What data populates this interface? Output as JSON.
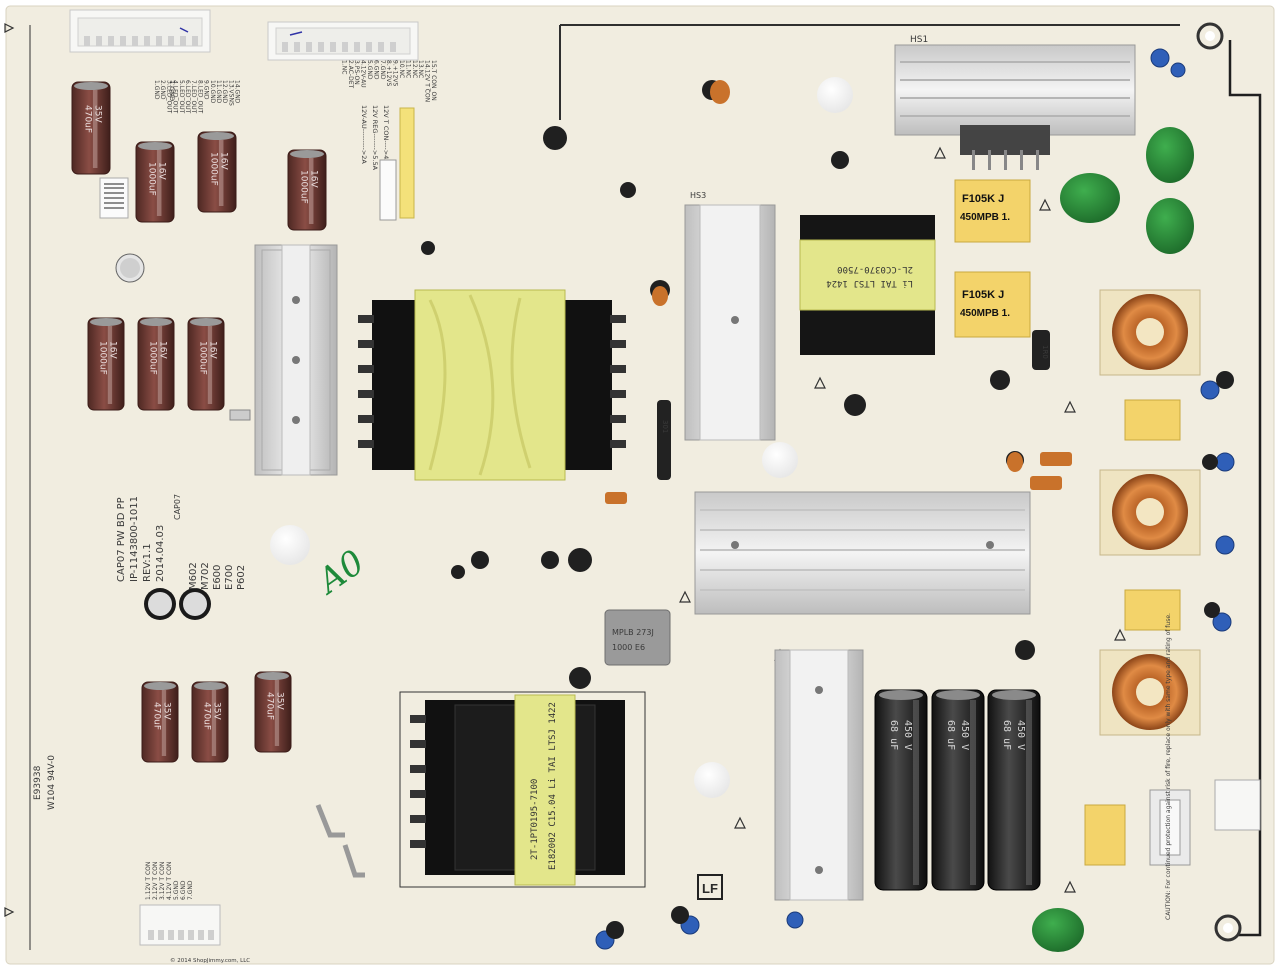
{
  "board": {
    "pcb_label": [
      "CAP07 PW BD PP",
      "IP-1143800-1011",
      "REV:1.1",
      "2014.04.03"
    ],
    "cap07_label": "CAP07",
    "model_codes": [
      "M602",
      "M702",
      "E600",
      "E700",
      "P602"
    ],
    "ul_mark": [
      "E93938",
      "W104 94V-0"
    ],
    "copyright": "© 2014 ShopJimmy.com, LLC"
  },
  "connectors": {
    "cn202_pins": [
      "1.12V T CON",
      "2.12V T CON",
      "3.12V T CON",
      "4.12V T CON",
      "5.GND",
      "6.GND",
      "7.GND"
    ],
    "cn201_pins": [
      "15.T CON_ON",
      "14.12V T CON",
      "13.NC",
      "12.NC",
      "11.NC",
      "10.NC",
      "9.+12VS",
      "8.+12VS",
      "7.GND",
      "6.GND",
      "5.GND",
      "4.12V-AU",
      "3.PS-ON",
      "2.AC-DET",
      "1.NC"
    ],
    "led_pins": [
      "1.GND",
      "2.GND",
      "3.LED_OUT",
      "4.LED_OUT",
      "5.LED_OUT",
      "6.LED_OUT",
      "7.LED_OUT",
      "8.LED_OUT",
      "9.GND",
      "10.GND",
      "11.GND",
      "12.GND",
      "13.VSNS",
      "14.GND"
    ],
    "rating_lines": [
      "12V-AU--------->2A",
      "12V REG------->5.5A",
      "12V T CON---->4A"
    ]
  },
  "components": {
    "film_cap_label": [
      "F105K J",
      "450MPB 1."
    ],
    "mpb_cap_label": [
      "MPLB 273J",
      "1000 E6"
    ],
    "transformer_main": [
      "2T-1PT0195-7100",
      "E182002 C15.04 Li TAI LTSJ 1422"
    ],
    "transformer_top": [
      "Li TAI LTSJ 1424",
      "2L-CC0370-7500"
    ],
    "bulk_cap_label": [
      "68 uF",
      "450 V"
    ],
    "small_cap_label": [
      "1000uF",
      "16V"
    ],
    "cap_470_label": [
      "470uF",
      "35V"
    ],
    "resistor_label": [
      "1R0",
      "301"
    ],
    "heatsink_label": "HS1",
    "heatsink_3": "HS3",
    "lf_mark": "LF",
    "handwritten": "A0",
    "caution": "CAUTION: For continued protection against risk of fire, replace only with same type and rating of fuse."
  },
  "colors": {
    "pcb": "#f1ede0",
    "silkscreen": "#2f2f2f",
    "ecap_brown": "#6b3a33",
    "ecap_black": "#222222",
    "heatsink": "#d9d9d9",
    "film_yellow": "#f3d36a",
    "varistor_green": "#2e8a3a",
    "copper": "#c4722f",
    "tape_yellow": "#e3e68b"
  }
}
